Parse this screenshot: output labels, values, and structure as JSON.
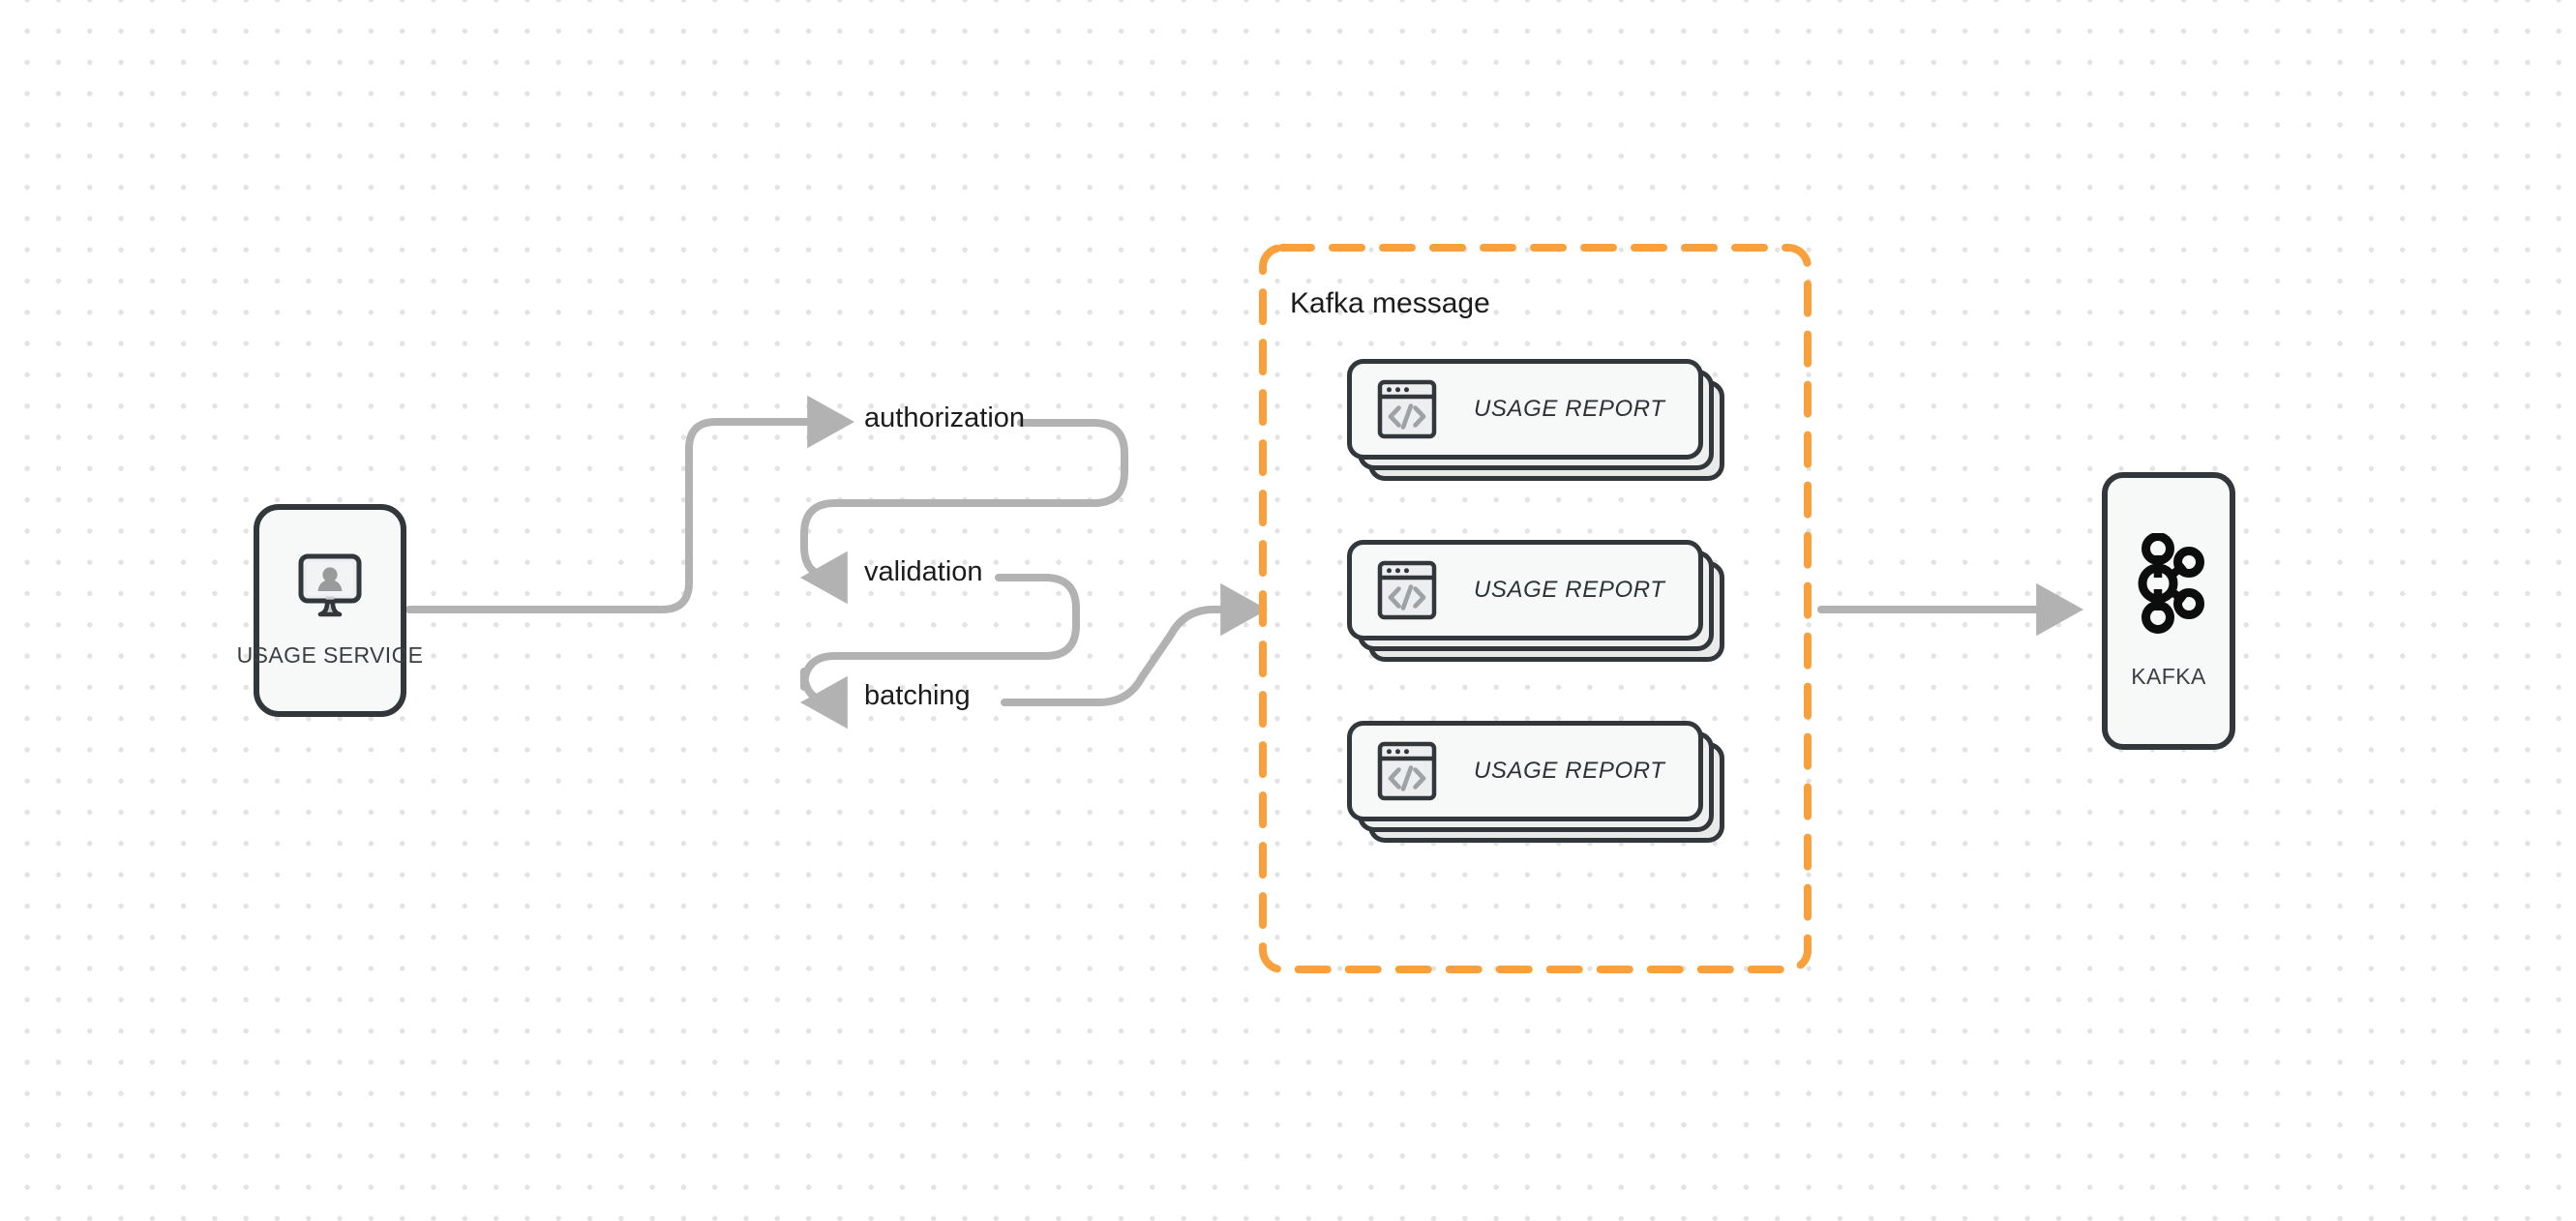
{
  "diagram": {
    "title": "Usage Service to Kafka message flow",
    "background": {
      "color": "#ffffff",
      "dot_color": "#e3e3e3",
      "dot_spacing": 32
    },
    "colors": {
      "node_border": "#32373b",
      "node_fill": "#f7f8f8",
      "connector": "#b2b2b2",
      "group_border": "#f9a03c",
      "text": "#1c1c1c"
    }
  },
  "nodes": {
    "usage_service": {
      "label": "USAGE SERVICE",
      "icon": "monitor-user-icon"
    },
    "kafka": {
      "label": "KAFKA",
      "icon": "kafka-logo-icon"
    }
  },
  "steps": [
    {
      "id": "authorization",
      "label": "authorization"
    },
    {
      "id": "validation",
      "label": "validation"
    },
    {
      "id": "batching",
      "label": "batching"
    }
  ],
  "kafka_group": {
    "title": "Kafka message",
    "border_color": "#f9a03c",
    "border_style": "dashed",
    "cards": [
      {
        "label": "USAGE REPORT",
        "icon": "code-window-icon"
      },
      {
        "label": "USAGE REPORT",
        "icon": "code-window-icon"
      },
      {
        "label": "USAGE REPORT",
        "icon": "code-window-icon"
      }
    ]
  },
  "connectors": [
    {
      "id": "usage-service-to-authorization",
      "from": "usage_service",
      "to": "authorization",
      "arrow": true
    },
    {
      "id": "authorization-to-validation",
      "from": "authorization",
      "to": "validation",
      "arrow": true
    },
    {
      "id": "validation-to-batching",
      "from": "validation",
      "to": "batching",
      "arrow": true
    },
    {
      "id": "batching-to-kafka-message",
      "from": "batching",
      "to": "kafka_group",
      "arrow": true
    },
    {
      "id": "kafka-message-to-kafka",
      "from": "kafka_group",
      "to": "kafka",
      "arrow": true
    }
  ]
}
